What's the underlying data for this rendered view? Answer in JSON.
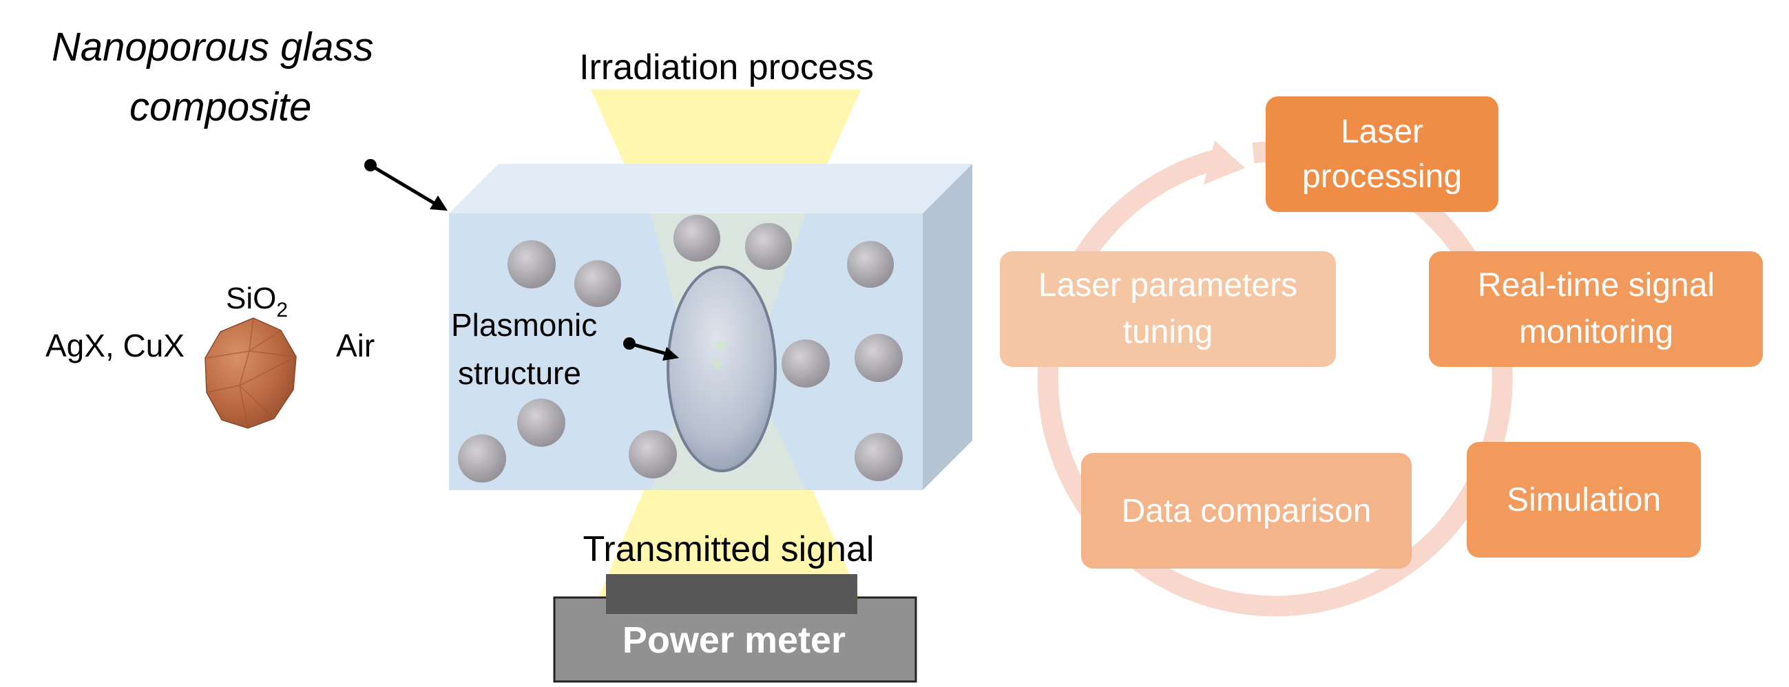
{
  "left_panel": {
    "title_line1": "Nanoporous glass",
    "title_line2": "composite",
    "irradiation_label": "Irradiation process",
    "transmitted_label": "Transmitted signal",
    "power_meter_label": "Power meter",
    "plasmonic_line1": "Plasmonic",
    "plasmonic_line2": "structure",
    "particle_labels": {
      "silica": "SiO",
      "silica_subscript": "2",
      "halides": "AgX, CuX",
      "air": "Air"
    }
  },
  "cycle": {
    "steps": [
      {
        "line1": "Laser",
        "line2": "processing"
      },
      {
        "line1": "Real-time signal",
        "line2": "monitoring"
      },
      {
        "line1": "Simulation",
        "line2": ""
      },
      {
        "line1": "Data comparison",
        "line2": ""
      },
      {
        "line1": "Laser parameters",
        "line2": "tuning"
      }
    ]
  },
  "colors": {
    "glass_front": "#cfe1f1",
    "glass_top": "#e1ecf6",
    "glass_side": "#b4c4d2",
    "beam": "#fff59a",
    "orange_dark": "#ef8c45",
    "orange_mid": "#f19a5c",
    "orange_light": "#f3b48a",
    "orange_pale": "#f5c6a4",
    "cycle_ring": "#f8d8cc",
    "pore": "#a9a7ac",
    "particle": "#b8673f",
    "meter_body": "#919191",
    "meter_sensor": "#575757"
  }
}
